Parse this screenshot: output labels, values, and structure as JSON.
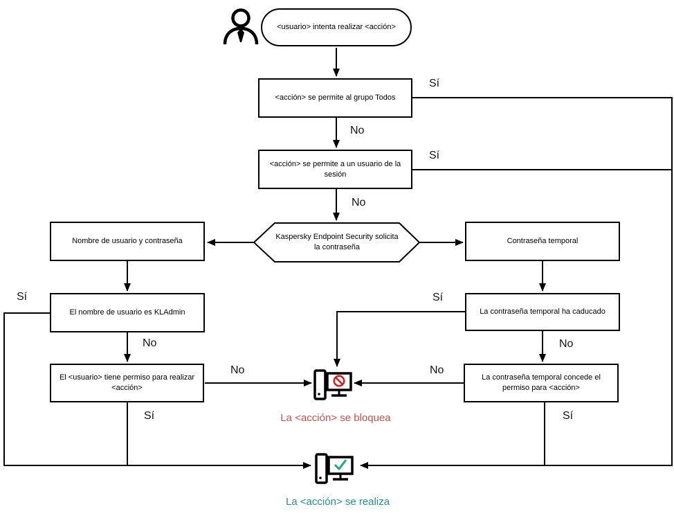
{
  "diagram": {
    "nodes": {
      "start": {
        "label": "<usuario> intenta realizar <acción>"
      },
      "allow_all": {
        "label": "<acción> se permite al grupo Todos"
      },
      "allow_session": {
        "label": "<acción> se permite a un usuario de la sesión"
      },
      "prompt_password": {
        "label": "Kaspersky Endpoint Security solicita la contraseña"
      },
      "username_password": {
        "label": "Nombre de usuario y contraseña"
      },
      "temporary_password": {
        "label": "Contraseña temporal"
      },
      "is_kladmin": {
        "label": "El nombre de usuario es KLAdmin"
      },
      "user_has_permission": {
        "label": "El <usuario> tiene permiso para realizar <acción>"
      },
      "temp_password_expired": {
        "label": "La contraseña temporal ha caducado"
      },
      "temp_password_grants": {
        "label": "La contraseña temporal concede el permiso para <acción>"
      }
    },
    "edge_labels": {
      "yes": "Sí",
      "no": "No"
    },
    "outcomes": {
      "blocked": {
        "label": "La <acción> se bloquea",
        "color": "#c4524e"
      },
      "performed": {
        "label": "La <acción> se realiza",
        "color": "#2b8e85"
      }
    },
    "icons": {
      "person": "person-icon",
      "blocked_computer": "computer-blocked-icon",
      "performed_computer": "computer-success-icon"
    },
    "colors": {
      "line": "#000000",
      "prohibition_red": "#cc2222",
      "check_teal": "#1fa588"
    }
  }
}
